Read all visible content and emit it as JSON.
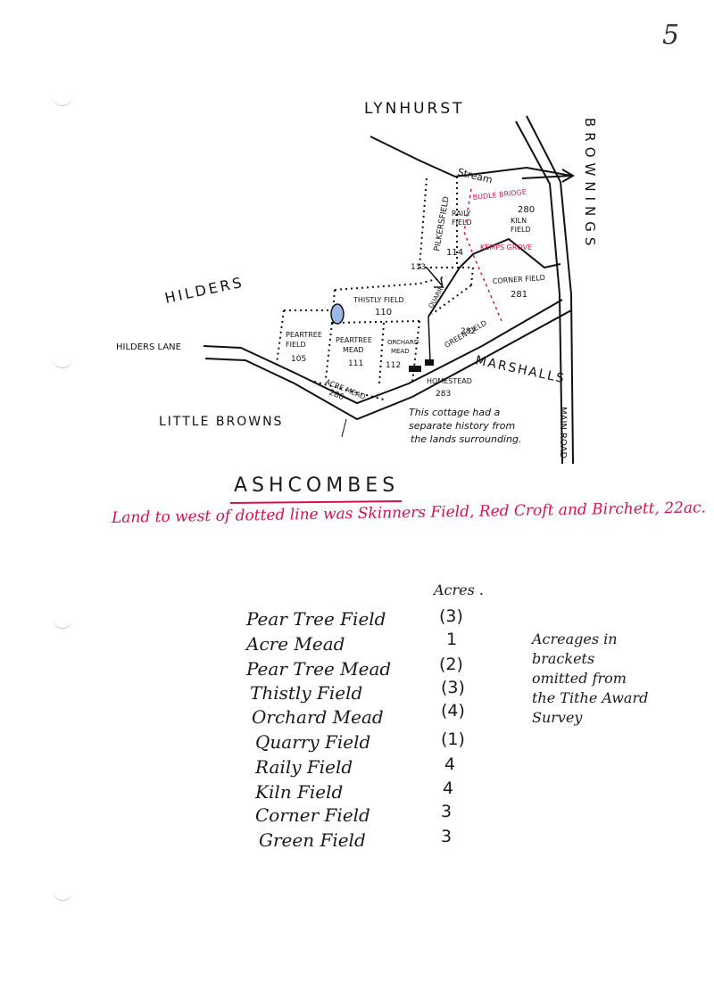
{
  "page_number": "5",
  "map": {
    "neighbours": {
      "north": "LYNHURST",
      "east": "BROWNINGS",
      "west": "HILDERS",
      "south_west": "LITTLE BROWNS",
      "south_east": "MARSHALLS"
    },
    "roads": {
      "lane": "HILDERS LANE",
      "main_road": "MAIN ROAD"
    },
    "stream": "Stream",
    "red_labels": {
      "bridge": "BUDLE BRIDGE",
      "grove": "KEMPS GROVE"
    },
    "fields": [
      {
        "name": "RAILY FIELD",
        "plot": "114"
      },
      {
        "name": "KILN FIELD",
        "plot": "280"
      },
      {
        "name": "PILKERSFIELD",
        "plot": "113"
      },
      {
        "name": "CORNER FIELD",
        "plot": "281"
      },
      {
        "name": "THISTLY FIELD",
        "plot": "110"
      },
      {
        "name": "QUARRY",
        "plot": ""
      },
      {
        "name": "GREEN FIELD",
        "plot": "282"
      },
      {
        "name": "PEARTREE FIELD",
        "plot": "105"
      },
      {
        "name": "PEARTREE MEAD",
        "plot": "111"
      },
      {
        "name": "ORCHARD MEAD",
        "plot": "112"
      },
      {
        "name": "ACRE MEAD",
        "plot": "286"
      },
      {
        "name": "HOMESTEAD",
        "plot": "283"
      }
    ],
    "cottage_note": [
      "This cottage had a",
      "separate history from",
      "the lands surrounding."
    ]
  },
  "title": "ASHCOMBES",
  "note": "Land to west of dotted line was Skinners Field, Red Croft and Birchett, 22ac.",
  "acres_header": "Acres .",
  "acreage": [
    {
      "name": "Pear Tree Field",
      "acres": "(3)"
    },
    {
      "name": "Acre Mead",
      "acres": "1"
    },
    {
      "name": "Pear Tree Mead",
      "acres": "(2)"
    },
    {
      "name": "Thistly Field",
      "acres": "(3)"
    },
    {
      "name": "Orchard Mead",
      "acres": "(4)"
    },
    {
      "name": "Quarry Field",
      "acres": "(1)"
    },
    {
      "name": "Raily Field",
      "acres": "4"
    },
    {
      "name": "Kiln Field",
      "acres": "4"
    },
    {
      "name": "Corner Field",
      "acres": "3"
    },
    {
      "name": "Green Field",
      "acres": "3"
    }
  ],
  "side_note": [
    "Acreages in",
    "brackets",
    "omitted from",
    "the Tithe Award",
    "Survey"
  ]
}
